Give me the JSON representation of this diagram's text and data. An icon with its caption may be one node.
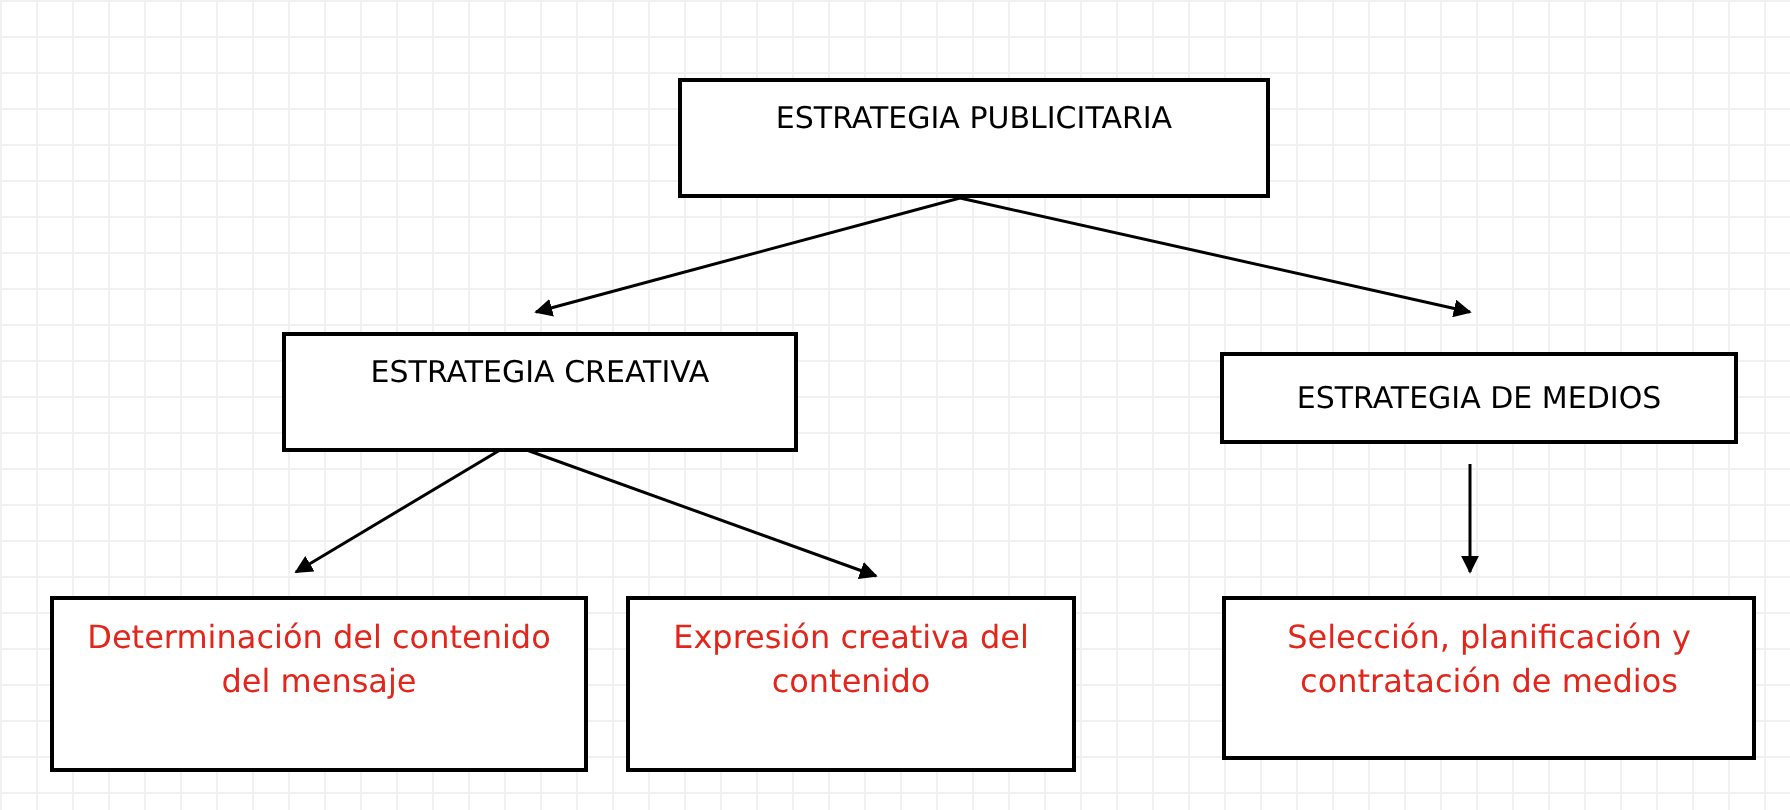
{
  "diagram": {
    "nodes": [
      {
        "text": [
          "ESTRATEGIA PUBLICITARIA"
        ]
      },
      {
        "text": [
          "ESTRATEGIA CREATIVA"
        ]
      },
      {
        "text": [
          "ESTRATEGIA DE MEDIOS"
        ]
      },
      {
        "text": [
          "Determinación del contenido del mensaje"
        ]
      },
      {
        "text": [
          "Expresión creativa del contenido"
        ]
      },
      {
        "text": [
          "Selección, planificación y contratación de medios"
        ]
      }
    ],
    "edges": [
      {
        "from": 0,
        "to": 1,
        "arrow": "to"
      },
      {
        "from": 0,
        "to": 2,
        "arrow": "to"
      },
      {
        "from": 1,
        "to": 3,
        "arrow": "to"
      },
      {
        "from": 1,
        "to": 4,
        "arrow": "to"
      },
      {
        "from": 2,
        "to": 5,
        "arrow": "to"
      }
    ]
  }
}
